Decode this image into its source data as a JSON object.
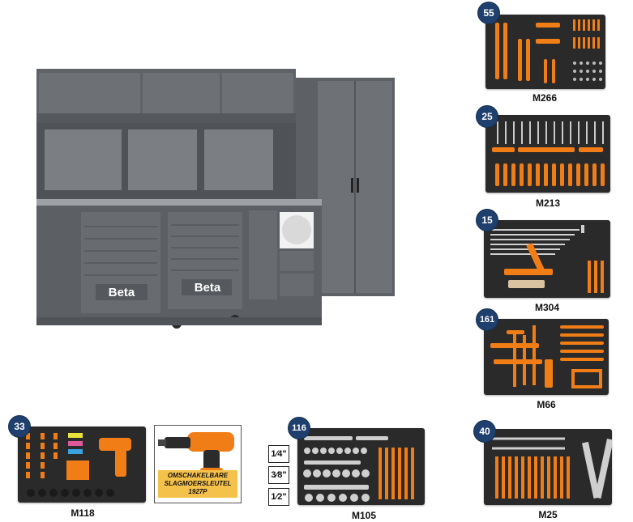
{
  "brand": "Beta",
  "trays": [
    {
      "count": "55",
      "code": "M266"
    },
    {
      "count": "25",
      "code": "M213"
    },
    {
      "count": "15",
      "code": "M304"
    },
    {
      "count": "161",
      "code": "M66"
    },
    {
      "count": "40",
      "code": "M25"
    },
    {
      "count": "33",
      "code": "M118"
    },
    {
      "count": "116",
      "code": "M105"
    }
  ],
  "promo": {
    "line1": "OMSCHAKELBARE",
    "line2": "SLAGMOERSLEUTEL",
    "line3": "1927P"
  },
  "drive_sizes": [
    "1⁄4\"",
    "3⁄8\"",
    "1⁄2\""
  ],
  "colors": {
    "accent": "#f07d16",
    "badge": "#1f3f6e",
    "tray": "#2a2a2a",
    "cabinet": "#6b6e72"
  }
}
